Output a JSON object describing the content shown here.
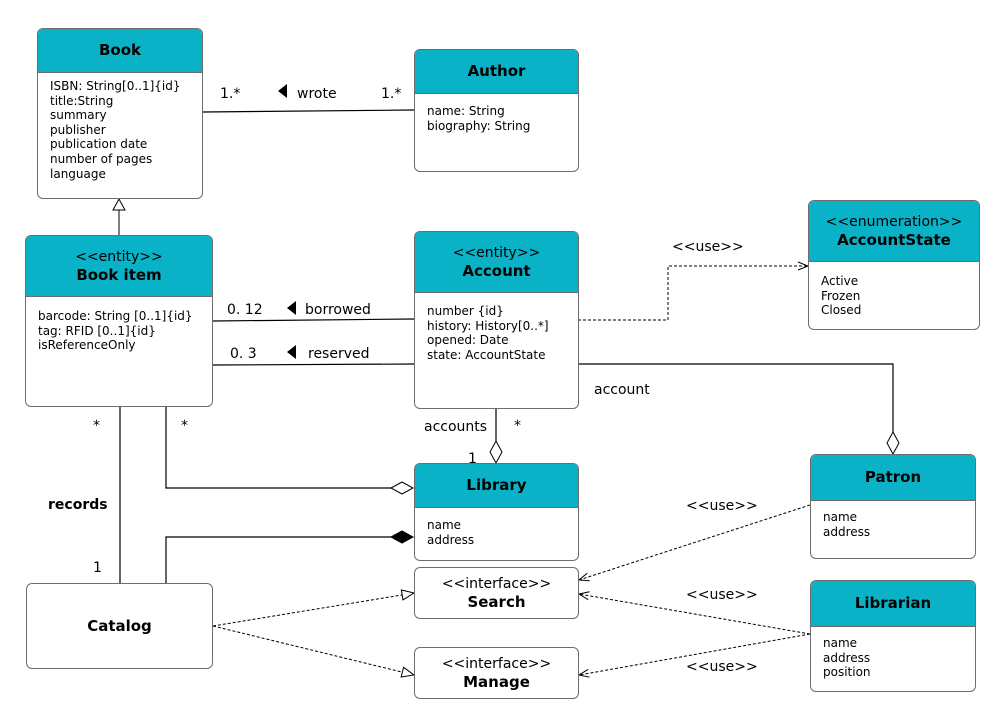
{
  "classes": {
    "book": {
      "title": "Book",
      "attrs": [
        "ISBN: String[0..1]{id}",
        "title:String",
        "summary",
        "publisher",
        "publication date",
        "number of pages",
        "language"
      ]
    },
    "author": {
      "title": "Author",
      "attrs": [
        "name: String",
        "biography: String"
      ]
    },
    "book_item": {
      "stereotype": "<<entity>>",
      "title": "Book item",
      "attrs": [
        "barcode: String [0..1]{id}",
        "tag: RFID [0..1]{id}",
        "isReferenceOnly"
      ]
    },
    "account": {
      "stereotype": "<<entity>>",
      "title": "Account",
      "attrs": [
        "number {id}",
        "history: History[0..*]",
        "opened: Date",
        "state: AccountState"
      ]
    },
    "account_state": {
      "stereotype": "<<enumeration>>",
      "title": "AccountState",
      "attrs": [
        "Active",
        "Frozen",
        "Closed"
      ]
    },
    "library": {
      "title": "Library",
      "attrs": [
        "name",
        "address"
      ]
    },
    "patron": {
      "title": "Patron",
      "attrs": [
        "name",
        "address"
      ]
    },
    "librarian": {
      "title": "Librarian",
      "attrs": [
        "name",
        "address",
        "position"
      ]
    },
    "catalog": {
      "title": "Catalog"
    },
    "search": {
      "stereotype": "<<interface>>",
      "title": "Search"
    },
    "manage": {
      "stereotype": "<<interface>>",
      "title": "Manage"
    }
  },
  "labels": {
    "wrote": "wrote",
    "wrote_mult_book": "1.*",
    "wrote_mult_author": "1.*",
    "borrowed": "borrowed",
    "borrowed_mult": "0. 12",
    "reserved": "reserved",
    "reserved_mult": "0. 3",
    "use_account_state": "<<use>>",
    "account_role": "account",
    "accounts_role": "accounts",
    "accounts_mult_account": "*",
    "accounts_mult_library": "1",
    "bookitem_library_mult": "*",
    "records": "records",
    "records_mult_bookitem": "*",
    "records_mult_catalog": "1",
    "use_patron": "<<use>>",
    "use_librarian_search": "<<use>>",
    "use_librarian_manage": "<<use>>"
  },
  "colors": {
    "header": "#09b2c7",
    "border": "#6d6d6d",
    "line": "#000000"
  }
}
